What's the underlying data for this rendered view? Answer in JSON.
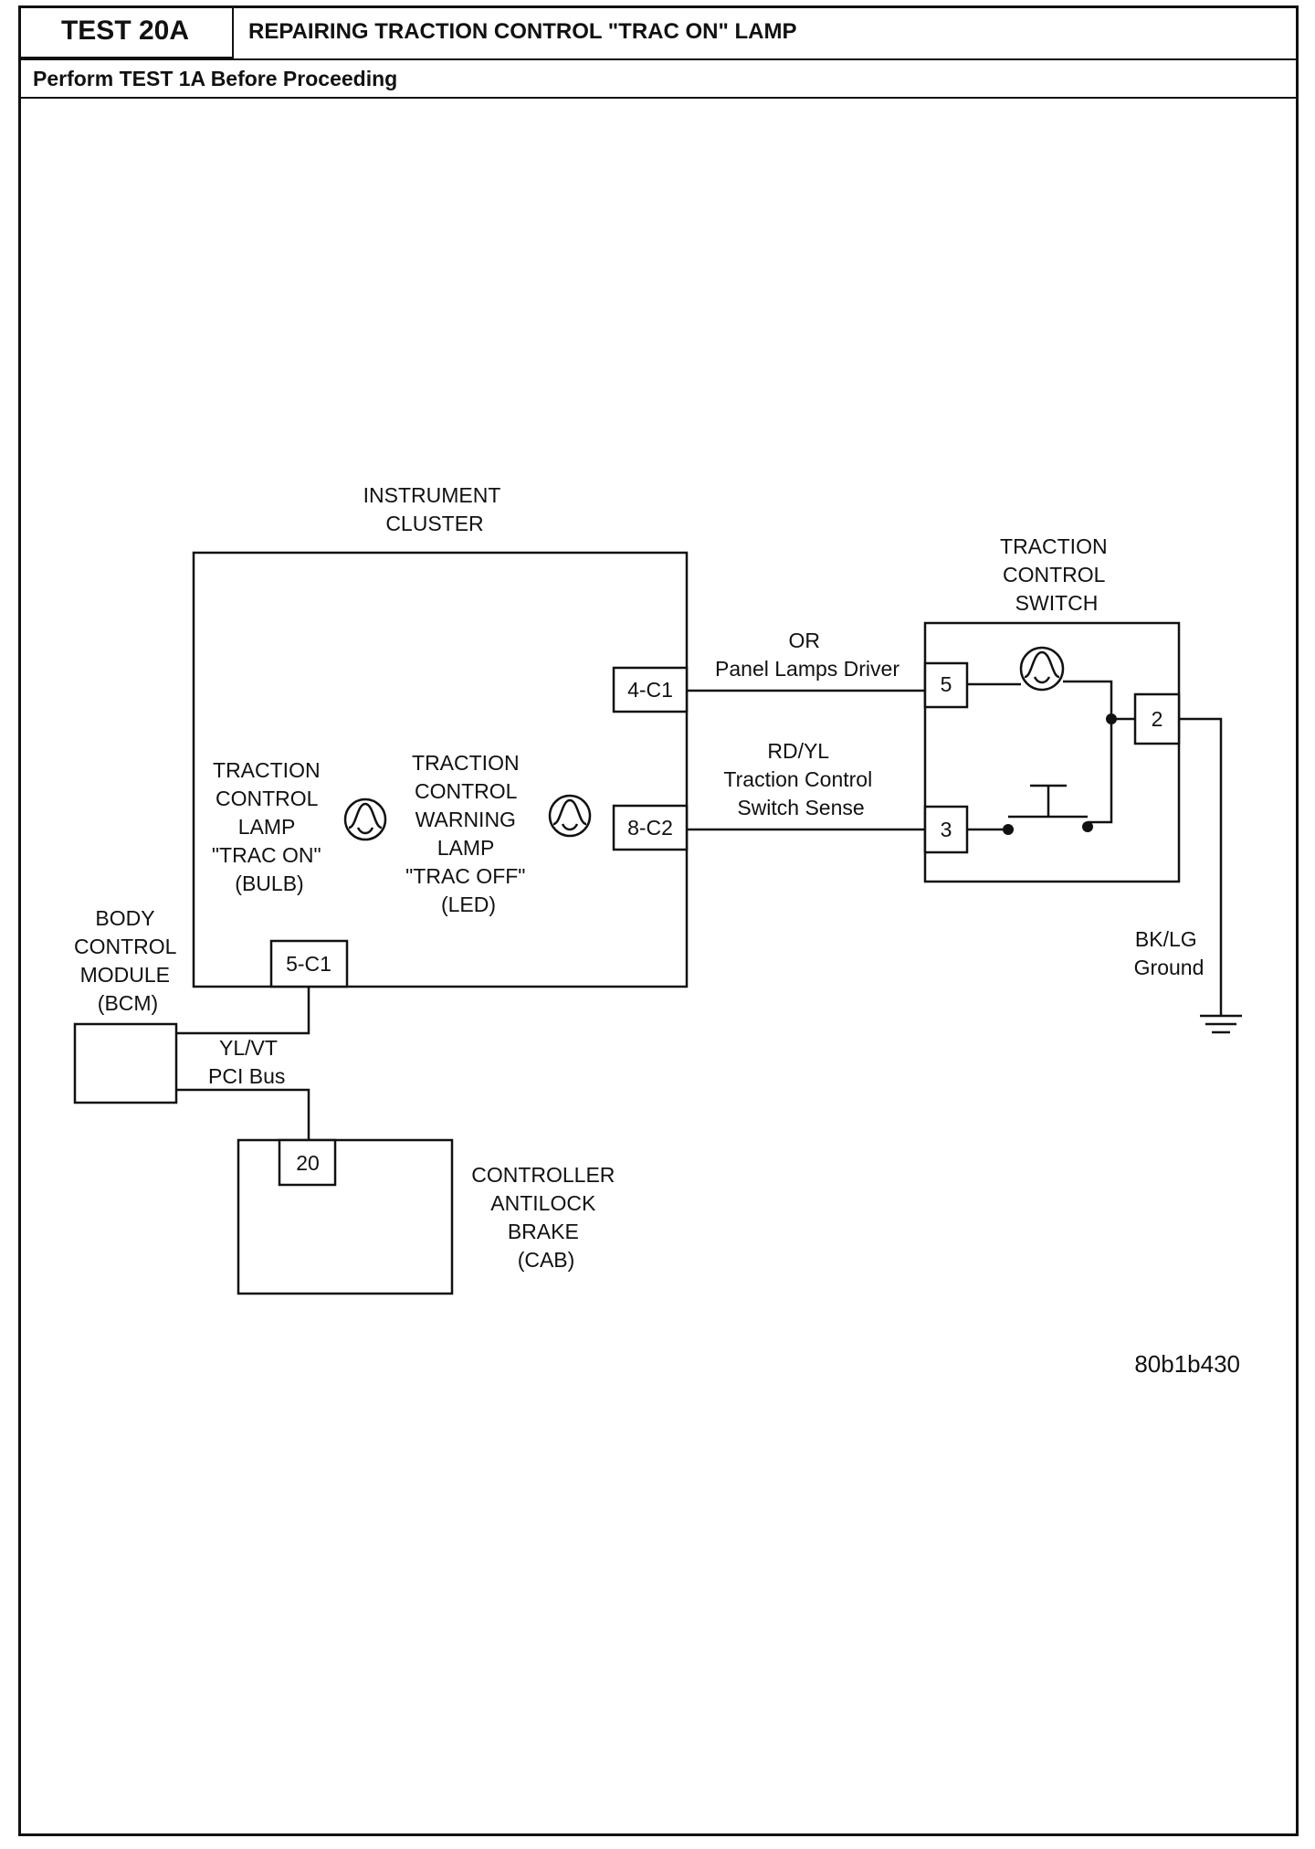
{
  "header": {
    "test_id": "TEST 20A",
    "title": "REPAIRING TRACTION CONTROL \"TRAC ON\" LAMP",
    "prerequisite": "Perform TEST 1A Before Proceeding"
  },
  "instrument_cluster": {
    "label": [
      "INSTRUMENT",
      "CLUSTER"
    ],
    "connectors": {
      "c1": "4-C1",
      "c2": "8-C2",
      "c3": "5-C1"
    },
    "lamp_on": [
      "TRACTION",
      "CONTROL",
      "LAMP",
      "\"TRAC ON\"",
      "(BULB)"
    ],
    "lamp_off": [
      "TRACTION",
      "CONTROL",
      "WARNING",
      "LAMP",
      "\"TRAC OFF\"",
      "(LED)"
    ]
  },
  "traction_switch": {
    "label": [
      "TRACTION",
      "CONTROL",
      "SWITCH"
    ],
    "pins": {
      "p5": "5",
      "p3": "3",
      "p2": "2"
    }
  },
  "wires": {
    "or": [
      "OR",
      "Panel Lamps Driver"
    ],
    "rd_yl": [
      "RD/YL",
      "Traction Control",
      "Switch Sense"
    ],
    "ground": [
      "BK/LG",
      "Ground"
    ],
    "pci": [
      "YL/VT",
      "PCI Bus"
    ]
  },
  "bcm": {
    "label": [
      "BODY",
      "CONTROL",
      "MODULE",
      "(BCM)"
    ]
  },
  "cab": {
    "label": [
      "CONTROLLER",
      "ANTILOCK",
      "BRAKE",
      "(CAB)"
    ],
    "pin": "20"
  },
  "figure_id": "80b1b430"
}
